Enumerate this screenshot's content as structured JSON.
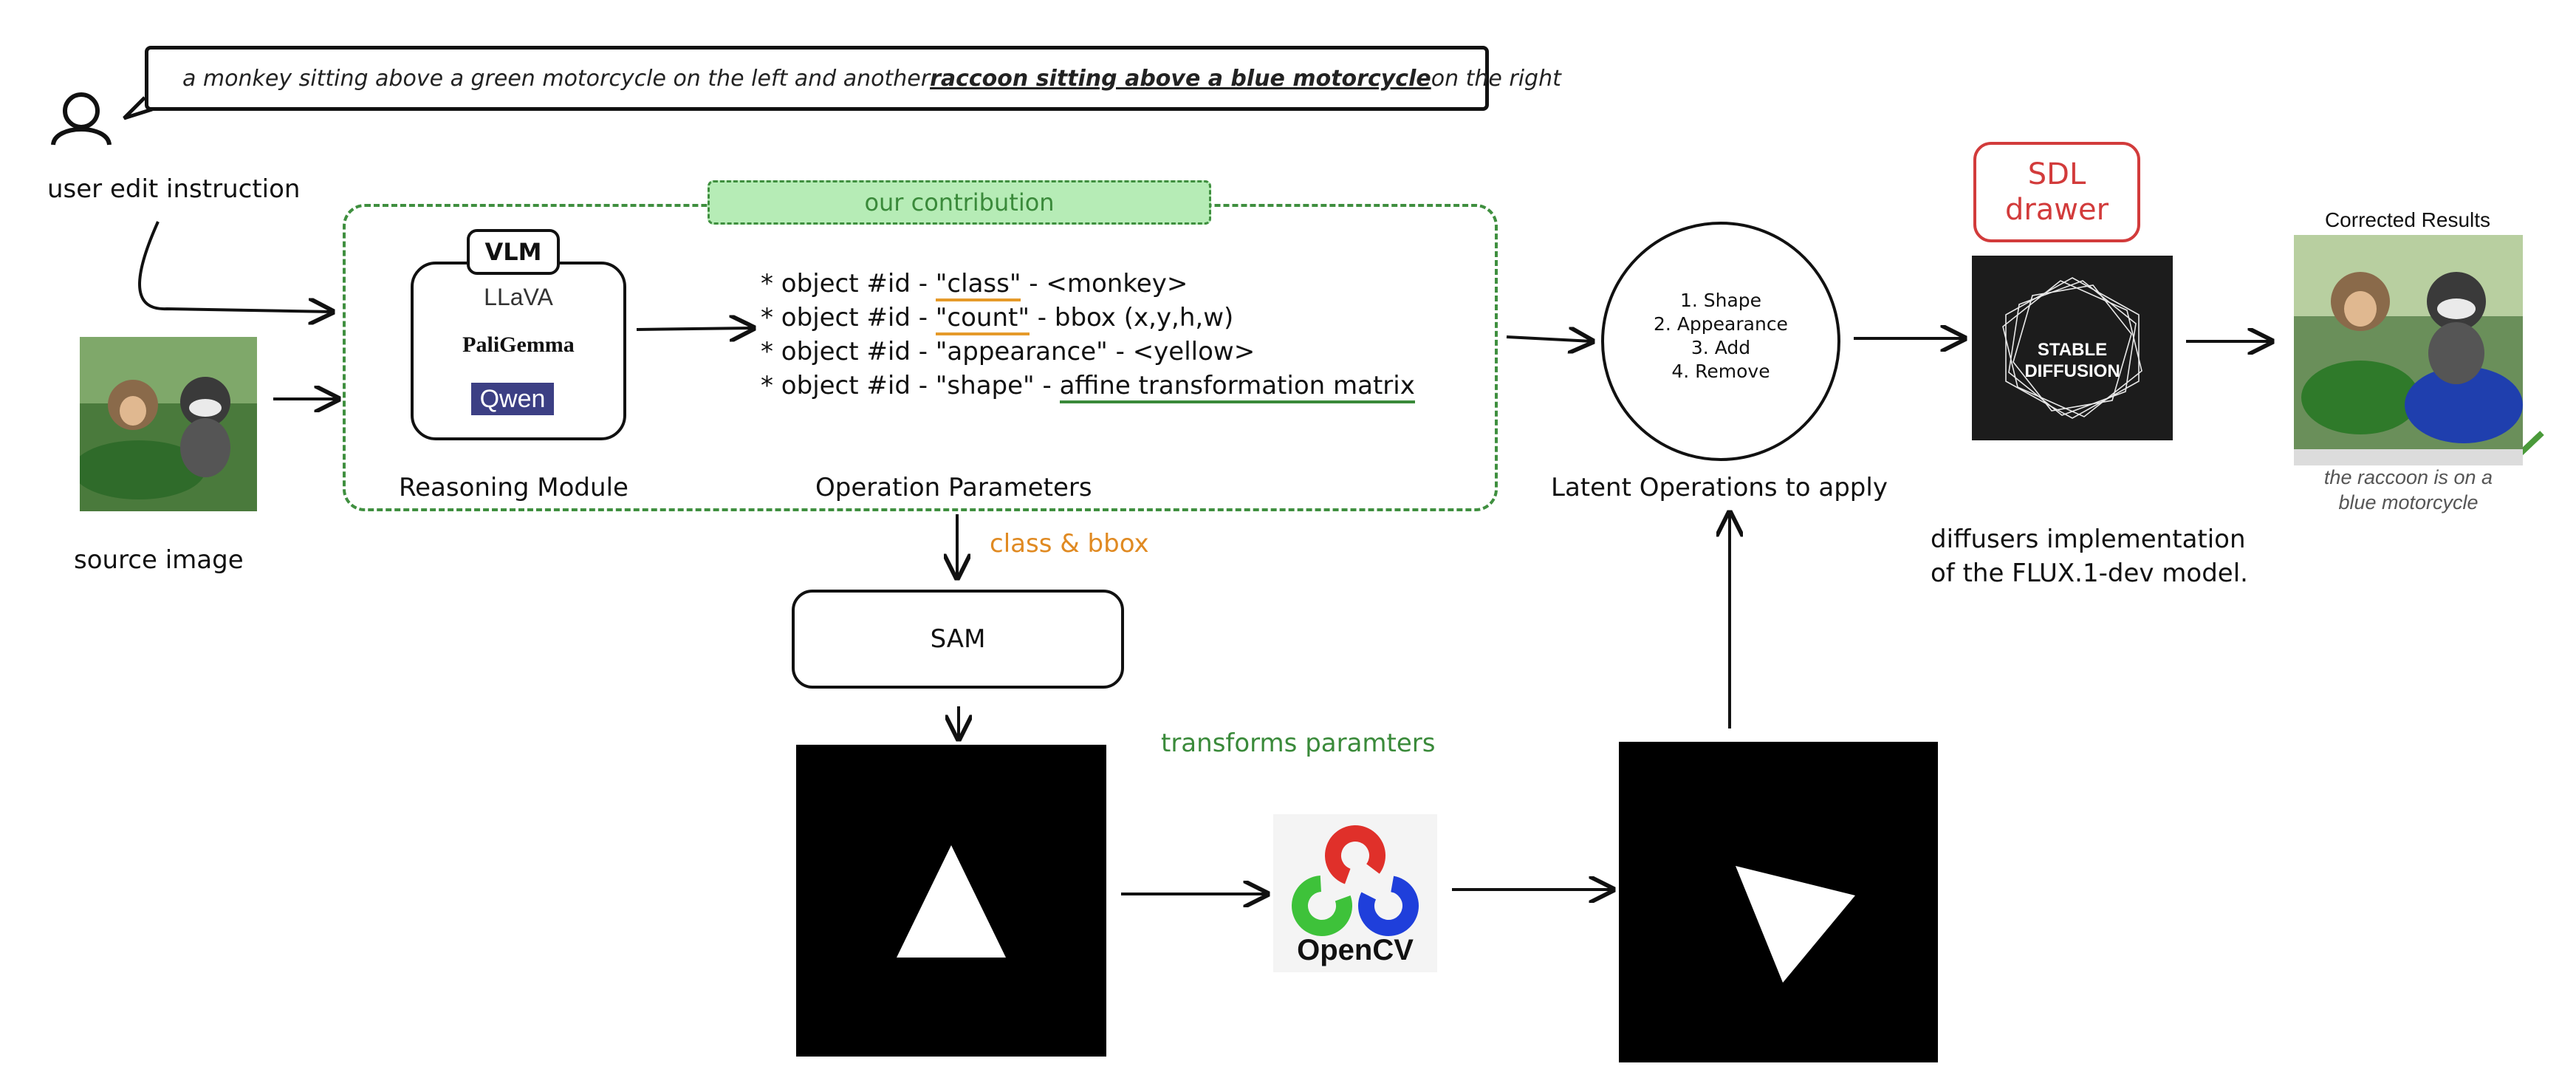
{
  "prompt": {
    "before": "a monkey sitting above a green motorcycle on the left and another ",
    "emphasis": "raccoon sitting above a blue motorcycle",
    "after": " on the right"
  },
  "labels": {
    "user_edit": "user edit instruction",
    "source_image": "source image",
    "reasoning_module": "Reasoning Module",
    "operation_parameters": "Operation Parameters",
    "latent_ops": "Latent Operations to apply",
    "class_bbox": "class & bbox",
    "transforms_params": "transforms paramters",
    "diffusers_line1": "diffusers implementation",
    "diffusers_line2": "of the FLUX.1-dev model.",
    "our_contribution": "our contribution",
    "sam": "SAM"
  },
  "vlm": {
    "tab": "VLM",
    "models": [
      "LLaVA",
      "PaliGemma",
      "Qwen"
    ]
  },
  "params": [
    {
      "prefix": "* object #id - ",
      "key": "\"class\"",
      "suffix": " - <monkey>"
    },
    {
      "prefix": "* object #id - ",
      "key": "\"count\"",
      "suffix": " - bbox (x,y,h,w)"
    },
    {
      "prefix": "* object #id - ",
      "key": "\"appearance\"",
      "suffix": " - <yellow>"
    },
    {
      "prefix": "* object #id - ",
      "key": "\"shape\"",
      "suffix": " - ",
      "tail": "affine transformation matrix"
    }
  ],
  "latent_ops": [
    "1. Shape",
    "2. Appearance",
    "3. Add",
    "4. Remove"
  ],
  "sdl": {
    "line1": "SDL",
    "line2": "drawer"
  },
  "stable_diffusion": {
    "line1": "STABLE",
    "line2": "DIFFUSION"
  },
  "result": {
    "title": "Corrected Results",
    "caption_line1": "the raccoon is on a",
    "caption_line2": "blue motorcycle"
  },
  "opencv": "OpenCV",
  "colors": {
    "green": "#3a8a3a",
    "orange": "#e08a22",
    "red": "#d23b3b",
    "contrib_fill": "#b6ecb6"
  }
}
